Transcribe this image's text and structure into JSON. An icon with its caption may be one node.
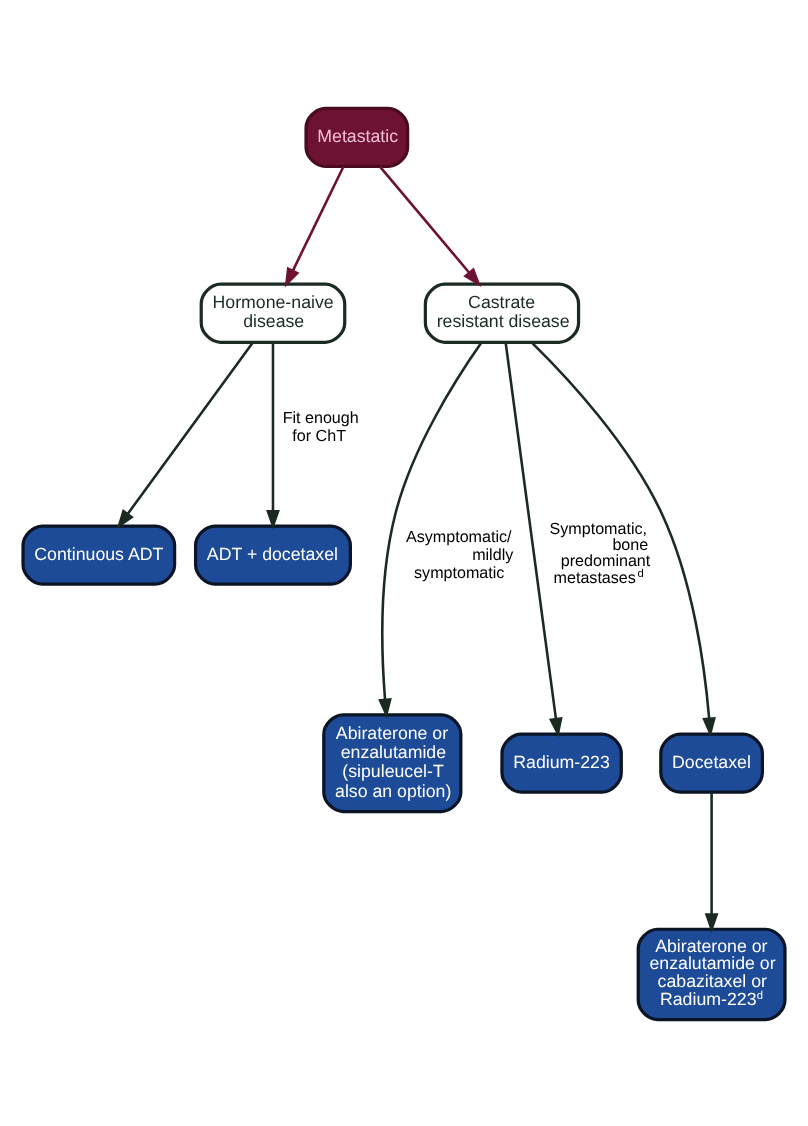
{
  "diagram": {
    "nodes": [
      {
        "text": [
          "Metastatic"
        ]
      },
      {
        "text": [
          "Hormone-naive disease"
        ]
      },
      {
        "text": [
          "Castrate resistant disease"
        ]
      },
      {
        "text": [
          "Continuous ADT"
        ]
      },
      {
        "text": [
          "ADT + docetaxel"
        ]
      },
      {
        "text": [
          "Abiraterone or enzalutamide (sipuleucel-T also an option)"
        ]
      },
      {
        "text": [
          "Radium-223"
        ]
      },
      {
        "text": [
          "Docetaxel"
        ]
      },
      {
        "text": [
          "Abiraterone or enzalutamide or cabazitaxel or Radium-223$^{d}$"
        ]
      }
    ],
    "edges": [
      {
        "from": 0,
        "to": 1,
        "arrow": "to",
        "color": "#6d1233"
      },
      {
        "from": 0,
        "to": 2,
        "arrow": "to",
        "color": "#6d1233"
      },
      {
        "from": 1,
        "to": 3,
        "arrow": "to"
      },
      {
        "from": 1,
        "to": 4,
        "arrow": "to",
        "label": "Fit enough for ChT"
      },
      {
        "from": 2,
        "to": 5,
        "arrow": "to",
        "label": "Asymptomatic/ mildly symptomatic"
      },
      {
        "from": 2,
        "to": 6,
        "arrow": "to",
        "label": "Symptomatic, bone predominant metastases$^{d}$"
      },
      {
        "from": 2,
        "to": 7,
        "arrow": "to"
      },
      {
        "from": 7,
        "to": 8,
        "arrow": "to"
      }
    ]
  }
}
